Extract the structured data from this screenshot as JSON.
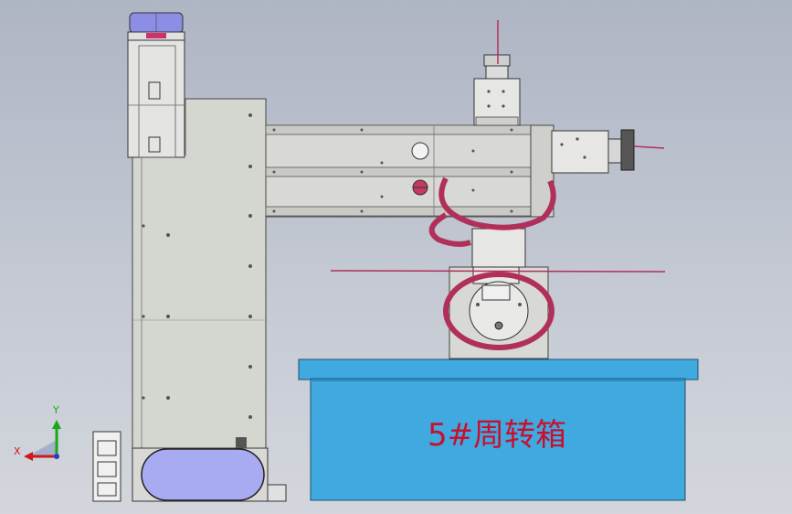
{
  "box_label": "5#周转箱",
  "axes": {
    "x": "X",
    "y": "Y"
  },
  "colors": {
    "background_top": "#aeb5c4",
    "background_bottom": "#d3d6dc",
    "frame": "#d4d6d0",
    "box": "#3fa9e0",
    "box_dark": "#2e8ec4",
    "cable": "#b0305a",
    "motor_cap": "#8c8ee6",
    "oval_panel": "#a9abf2",
    "axis_x": "#d01818",
    "axis_y": "#1aa81a",
    "axis_z": "#2a3acc"
  }
}
